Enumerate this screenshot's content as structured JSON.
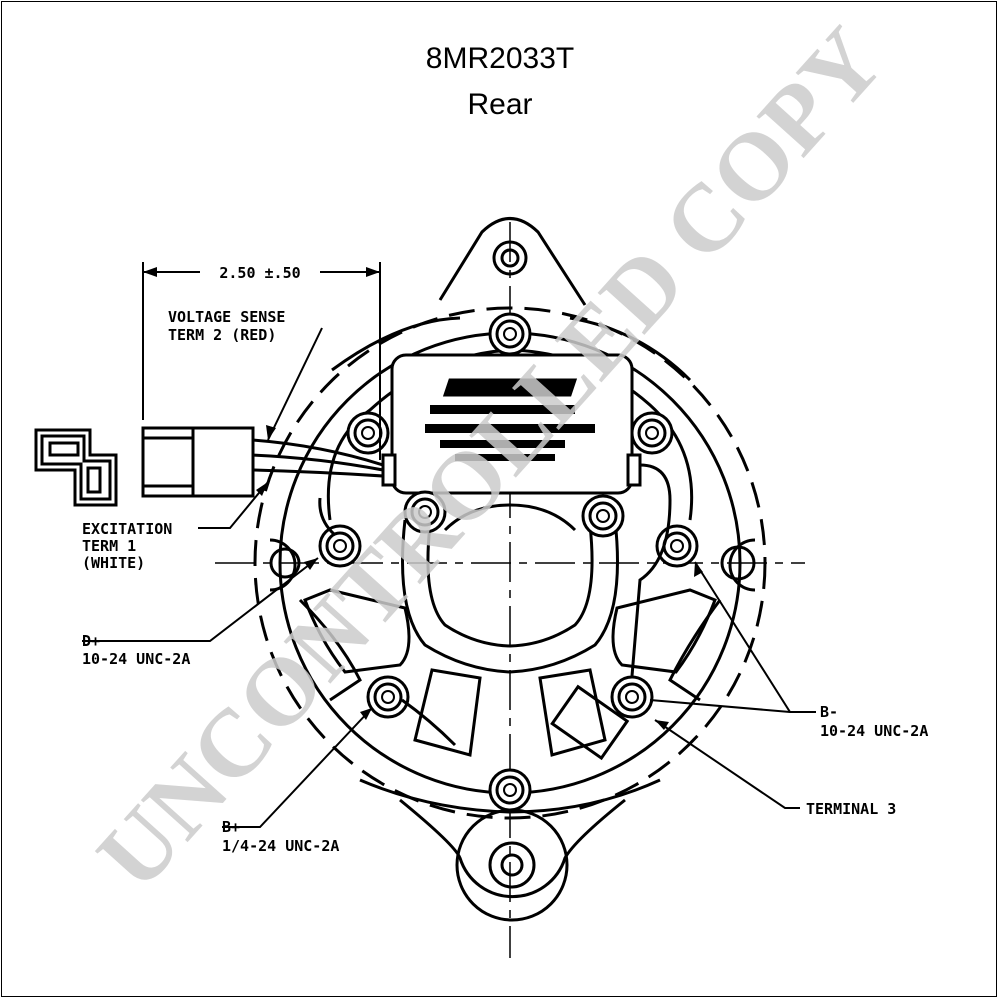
{
  "title": {
    "model": "8MR2033T",
    "view": "Rear"
  },
  "dimension": {
    "text": "2.50 ±.50"
  },
  "labels": {
    "voltage_sense_1": "VOLTAGE SENSE",
    "voltage_sense_2": "TERM 2 (RED)",
    "excitation_1": "EXCITATION",
    "excitation_2": "TERM 1",
    "excitation_3": "(WHITE)",
    "d_plus_1": "D+",
    "d_plus_2": "10-24 UNC-2A",
    "b_minus_1": "B-",
    "b_minus_2": "10-24 UNC-2A",
    "terminal_3": "TERMINAL 3",
    "b_plus_1": "B+",
    "b_plus_2": "1/4-24 UNC-2A"
  },
  "watermark": "UNCONTROLLED COPY",
  "colors": {
    "line": "#000000",
    "watermark": "#cccccc"
  }
}
